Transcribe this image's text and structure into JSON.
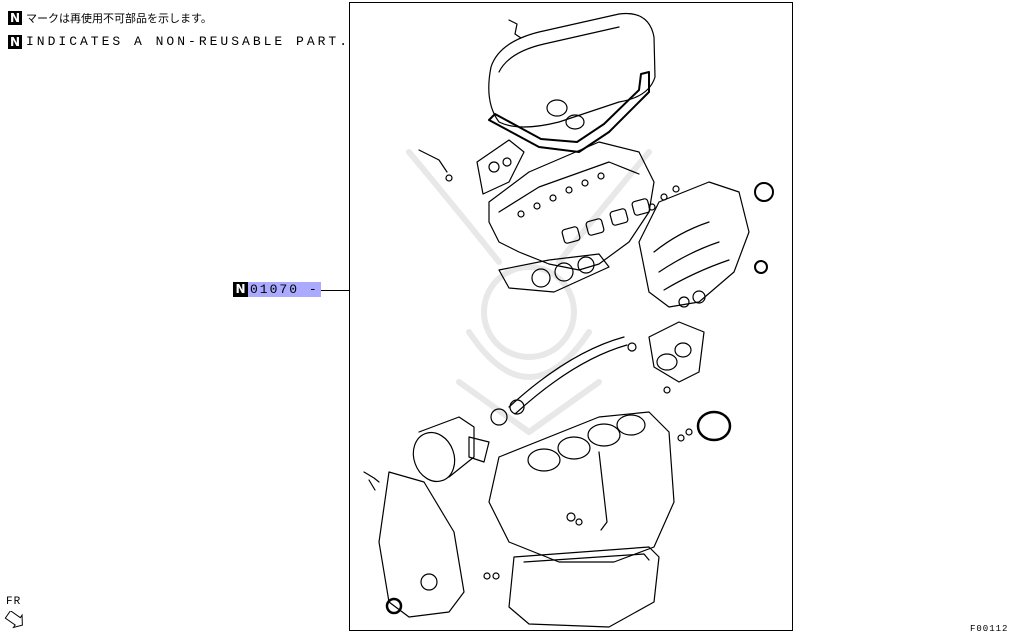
{
  "legend": {
    "jp_symbol": "N",
    "jp_text": "マークは再使用不可部品を示します。",
    "en_symbol": "N",
    "en_text": "INDICATES A NON-REUSABLE PART."
  },
  "callout": {
    "symbol": "N",
    "part_number": "01070",
    "suffix": "-"
  },
  "orientation": {
    "label": "FR",
    "icon": "front-arrow-icon"
  },
  "figure_number": "F00112"
}
